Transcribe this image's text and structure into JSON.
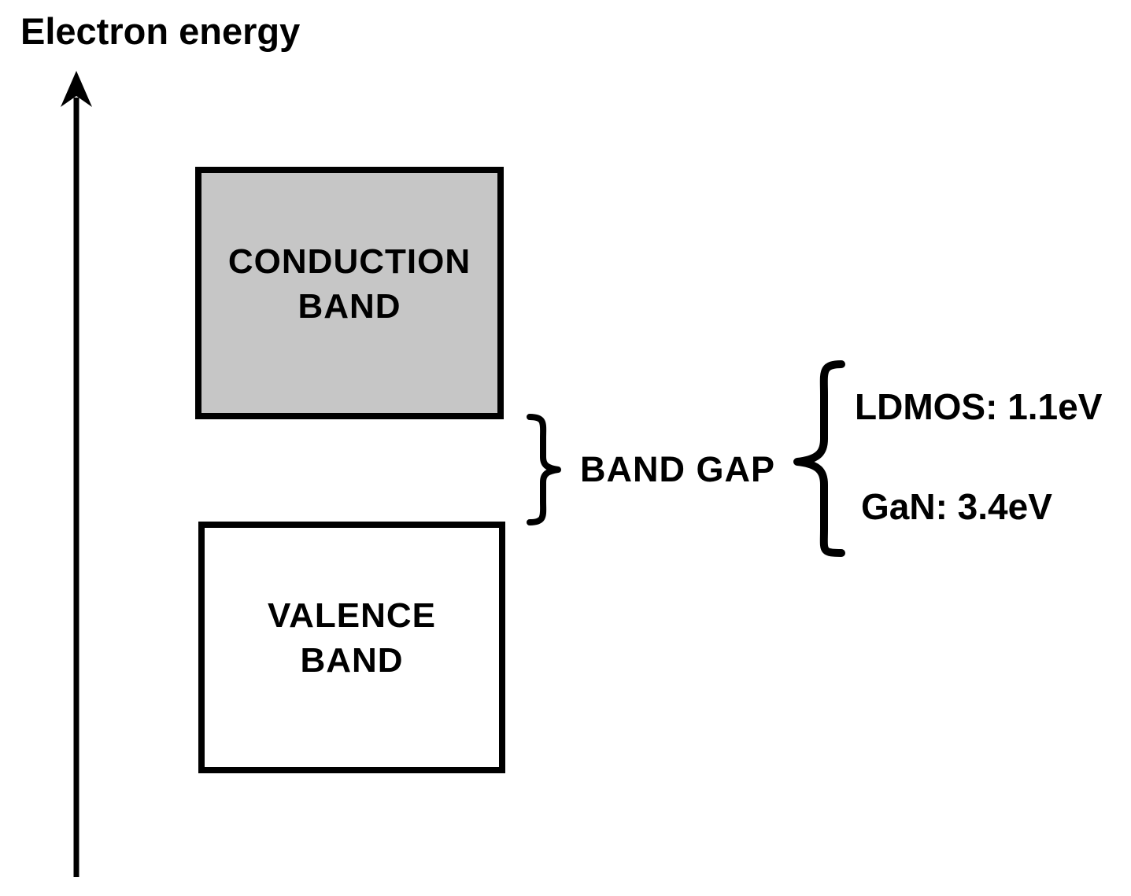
{
  "diagram": {
    "axis_label": "Electron energy",
    "conduction_band": {
      "line1": "CONDUCTION",
      "line2": "BAND",
      "fill": "#c6c6c6"
    },
    "valence_band": {
      "line1": "VALENCE",
      "line2": "BAND",
      "fill": "#ffffff"
    },
    "band_gap": {
      "label": "BAND GAP",
      "materials": [
        {
          "name": "LDMOS",
          "energy": "1.1eV",
          "text": "LDMOS: 1.1eV"
        },
        {
          "name": "GaN",
          "energy": "3.4eV",
          "text": "GaN: 3.4eV"
        }
      ]
    },
    "colors": {
      "outline": "#000000",
      "conduction_fill": "#c6c6c6",
      "valence_fill": "#ffffff",
      "text": "#000000"
    }
  }
}
